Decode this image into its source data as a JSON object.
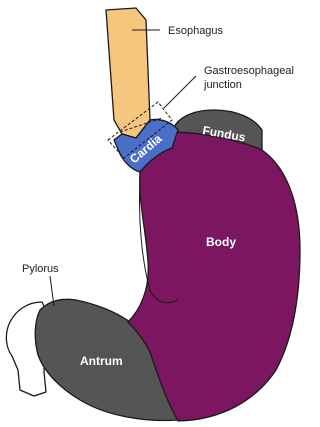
{
  "labels": {
    "esophagus": "Esophagus",
    "ge_junction_line1": "Gastroesophageal",
    "ge_junction_line2": "junction",
    "fundus": "Fundus",
    "cardia": "Cardia",
    "body": "Body",
    "pylorus": "Pylorus",
    "antrum": "Antrum"
  },
  "colors": {
    "esophagus": "#f5c77e",
    "cardia": "#4a6fc9",
    "body": "#7c1660",
    "fundus_antrum": "#555555",
    "duodenum": "#ffffff",
    "outline": "#1a1a1a"
  }
}
